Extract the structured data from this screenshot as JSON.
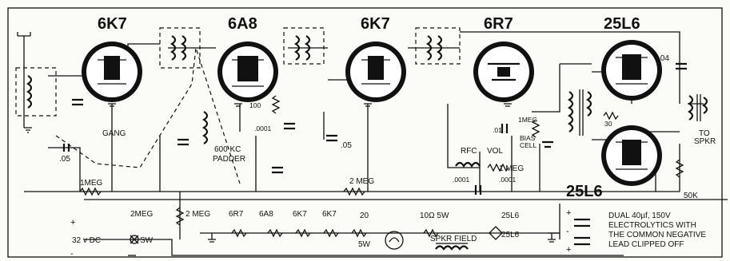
{
  "tubes": {
    "t1": "6K7",
    "t2": "6A8",
    "t3": "6K7",
    "t4": "6R7",
    "t5": "25L6",
    "t6": "25L6"
  },
  "labels": {
    "gang": "GANG",
    "padder_1": "600 KC",
    "padder_2": "PADDER",
    "c_05_left": ".05",
    "c_05_mid": ".05",
    "r_100": "100",
    "c_0001_top": ".0001",
    "c_01": ".01",
    "r_1meg_top": "1MEG",
    "bias_cell_1": "BIAS",
    "bias_cell_2": "CELL",
    "rfc": "RFC",
    "vol": "VOL",
    "r_1meg_vol": "1 MEG",
    "c_0001_a": ".0001",
    "c_0001_b": ".0001",
    "r_1meg_left": "1MEG",
    "r_2meg_mid": "2 MEG",
    "r_2meg_left": "2MEG",
    "r_2meg_bot": "2 MEG",
    "c_04": ".04",
    "to_spkr_1": "TO",
    "to_spkr_2": "SPKR",
    "r_50k": "50K",
    "r_30": "30",
    "fil_6r7": "6R7",
    "fil_6a8": "6A8",
    "fil_6k7_a": "6K7",
    "fil_6k7_b": "6K7",
    "r_20": "20",
    "r_5w": "5W",
    "r_10ohm": "10Ω 5W",
    "fil_25l6_a": "25L6",
    "fil_25l6_b": "25L6",
    "spkr_field": "SPKR FIELD",
    "supply": "32 v DC",
    "sw": "SW",
    "dual_1": "DUAL 40µf, 150V",
    "dual_2": "ELECTROLYTICS WITH",
    "dual_3": "THE COMMON NEGATIVE",
    "dual_4": "LEAD CLIPPED OFF",
    "plus": "+",
    "minus": "-"
  }
}
